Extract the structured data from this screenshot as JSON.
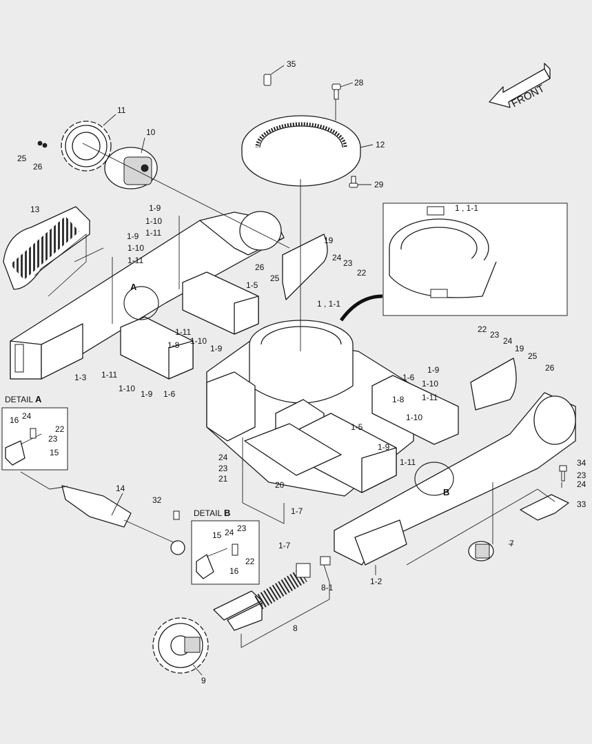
{
  "front_label": "FRONT",
  "labels": [
    {
      "id": "l35",
      "text": "35"
    },
    {
      "id": "l28",
      "text": "28"
    },
    {
      "id": "l12",
      "text": "12"
    },
    {
      "id": "l29",
      "text": "29"
    },
    {
      "id": "l11",
      "text": "11"
    },
    {
      "id": "l10",
      "text": "10"
    },
    {
      "id": "l25a",
      "text": "25"
    },
    {
      "id": "l26a",
      "text": "26"
    },
    {
      "id": "l13",
      "text": "13"
    },
    {
      "id": "l1_9a",
      "text": "1-9"
    },
    {
      "id": "l1_10a",
      "text": "1-10"
    },
    {
      "id": "l1_11a",
      "text": "1-11"
    },
    {
      "id": "l1_9b",
      "text": "1-9"
    },
    {
      "id": "l1_10b",
      "text": "1-10"
    },
    {
      "id": "l1_11b",
      "text": "1-11"
    },
    {
      "id": "l19a",
      "text": "19"
    },
    {
      "id": "l26b",
      "text": "26"
    },
    {
      "id": "l25b",
      "text": "25"
    },
    {
      "id": "l24a",
      "text": "24"
    },
    {
      "id": "l23a",
      "text": "23"
    },
    {
      "id": "l22a",
      "text": "22"
    },
    {
      "id": "l1_5a",
      "text": "1-5"
    },
    {
      "id": "lA",
      "text": "A"
    },
    {
      "id": "l1_1a",
      "text": "1 , 1-1"
    },
    {
      "id": "l1_1b",
      "text": "1 , 1-1"
    },
    {
      "id": "l1_11c",
      "text": "1-11"
    },
    {
      "id": "l1_10c",
      "text": "1-10"
    },
    {
      "id": "l1_9c",
      "text": "1-9"
    },
    {
      "id": "l1_8a",
      "text": "1-8"
    },
    {
      "id": "l1_3",
      "text": "1-3"
    },
    {
      "id": "l1_11d",
      "text": "1-11"
    },
    {
      "id": "l1_10d",
      "text": "1-10"
    },
    {
      "id": "l1_9d",
      "text": "1-9"
    },
    {
      "id": "l1_6a",
      "text": "1-6"
    },
    {
      "id": "l22b",
      "text": "22"
    },
    {
      "id": "l23b",
      "text": "23"
    },
    {
      "id": "l24b",
      "text": "24"
    },
    {
      "id": "l19b",
      "text": "19"
    },
    {
      "id": "l25c",
      "text": "25"
    },
    {
      "id": "l26c",
      "text": "26"
    },
    {
      "id": "l1_6b",
      "text": "1-6"
    },
    {
      "id": "l1_9e",
      "text": "1-9"
    },
    {
      "id": "l1_10e",
      "text": "1-10"
    },
    {
      "id": "l1_11e",
      "text": "1-11"
    },
    {
      "id": "l1_8b",
      "text": "1-8"
    },
    {
      "id": "l1_10f",
      "text": "1-10"
    },
    {
      "id": "l1_5b",
      "text": "1-5"
    },
    {
      "id": "l1_9f",
      "text": "1-9"
    },
    {
      "id": "l1_11f",
      "text": "1-11"
    },
    {
      "id": "lB",
      "text": "B"
    },
    {
      "id": "l24c",
      "text": "24"
    },
    {
      "id": "l23c",
      "text": "23"
    },
    {
      "id": "l21",
      "text": "21"
    },
    {
      "id": "l20",
      "text": "20"
    },
    {
      "id": "l1_7a",
      "text": "1-7"
    },
    {
      "id": "l1_7b",
      "text": "1-7"
    },
    {
      "id": "l14",
      "text": "14"
    },
    {
      "id": "l32",
      "text": "32"
    },
    {
      "id": "l34",
      "text": "34"
    },
    {
      "id": "l23d",
      "text": "23"
    },
    {
      "id": "l24d",
      "text": "24"
    },
    {
      "id": "l33",
      "text": "33"
    },
    {
      "id": "l7",
      "text": "7"
    },
    {
      "id": "l1_2",
      "text": "1-2"
    },
    {
      "id": "l8_1",
      "text": "8-1"
    },
    {
      "id": "l8",
      "text": "8"
    },
    {
      "id": "l9",
      "text": "9"
    },
    {
      "id": "dA16",
      "text": "16"
    },
    {
      "id": "dA24",
      "text": "24"
    },
    {
      "id": "dA22",
      "text": "22"
    },
    {
      "id": "dA23",
      "text": "23"
    },
    {
      "id": "dA15",
      "text": "15"
    },
    {
      "id": "dB15",
      "text": "15"
    },
    {
      "id": "dB24",
      "text": "24"
    },
    {
      "id": "dB23",
      "text": "23"
    },
    {
      "id": "dB16",
      "text": "16"
    },
    {
      "id": "dB22",
      "text": "22"
    }
  ],
  "detail_a": {
    "title": "DETAIL ",
    "letter": "A"
  },
  "detail_b": {
    "title": "DETAIL ",
    "letter": "B"
  }
}
